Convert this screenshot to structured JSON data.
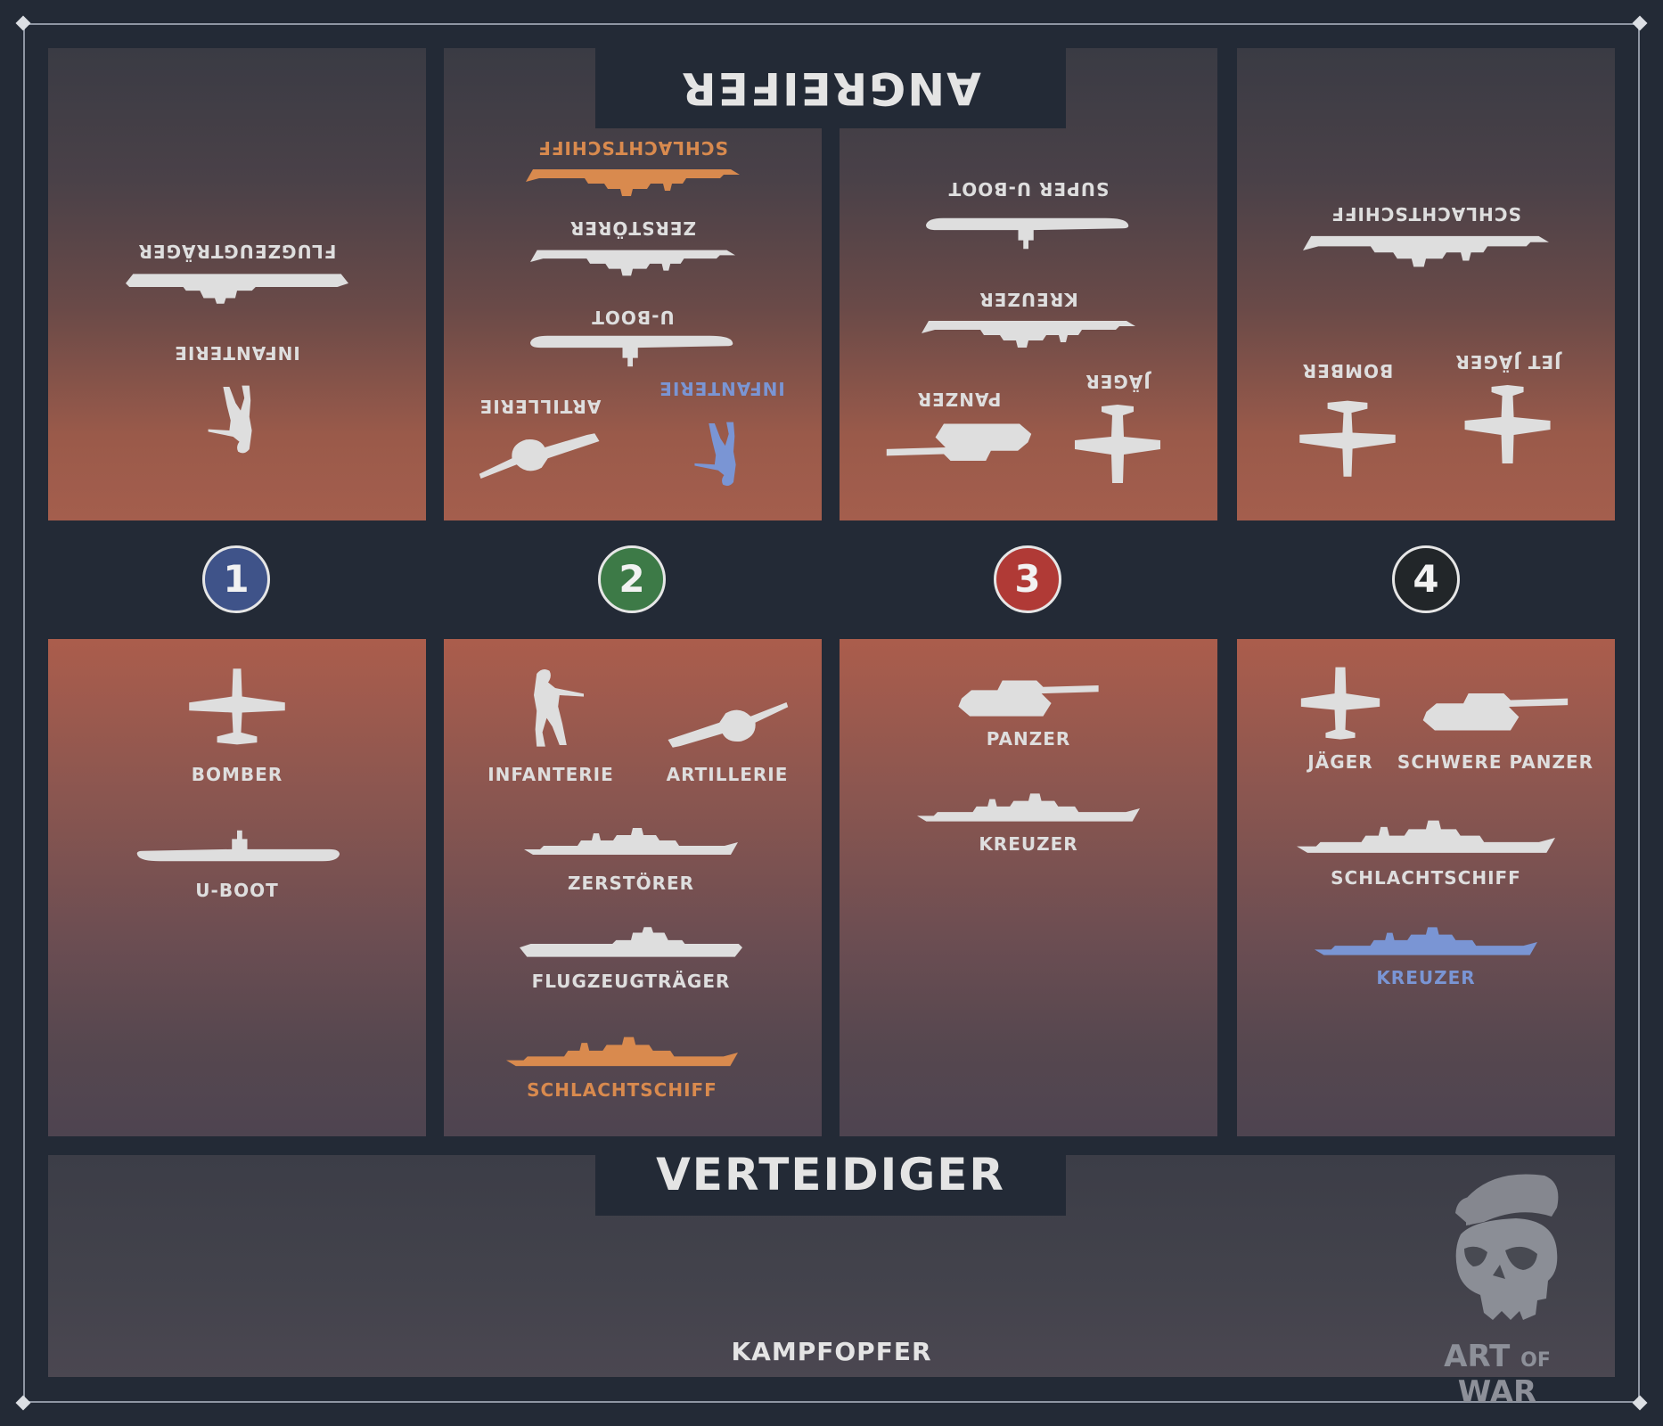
{
  "header": {
    "attacker_title": "ANGREIFER",
    "defender_title": "VERTEIDIGER"
  },
  "colors": {
    "frame": "#232a36",
    "unit": "#dedede",
    "orange": "#d98a4e",
    "blue": "#7a95d4",
    "num1": "#3f5389",
    "num2": "#3d7a47",
    "num3": "#b03a36",
    "num4": "#222629"
  },
  "columns": [
    {
      "number": "1",
      "attacker": [
        "FLUGZEUGTRÄGER",
        "INFANTERIE"
      ],
      "defender": [
        "BOMBER",
        "U-BOOT"
      ]
    },
    {
      "number": "2",
      "attacker": [
        "SCHLACHTSCHIFF",
        "ZERSTÖRER",
        "U-BOOT",
        "ARTILLERIE",
        "INFANTERIE"
      ],
      "defender": [
        "INFANTERIE",
        "ARTILLERIE",
        "ZERSTÖRER",
        "FLUGZEUGTRÄGER",
        "SCHLACHTSCHIFF"
      ]
    },
    {
      "number": "3",
      "attacker": [
        "SUPER U-BOOT",
        "KREUZER",
        "PANZER",
        "JÄGER"
      ],
      "defender": [
        "PANZER",
        "KREUZER"
      ]
    },
    {
      "number": "4",
      "attacker": [
        "SCHLACHTSCHIFF",
        "BOMBER",
        "JET JÄGER"
      ],
      "defender": [
        "JÄGER",
        "SCHWERE PANZER",
        "SCHLACHTSCHIFF",
        "KREUZER"
      ]
    }
  ],
  "footer": {
    "casualties_label": "KAMPFOPFER",
    "logo_art": "ART",
    "logo_of": "OF",
    "logo_war": "WAR"
  }
}
